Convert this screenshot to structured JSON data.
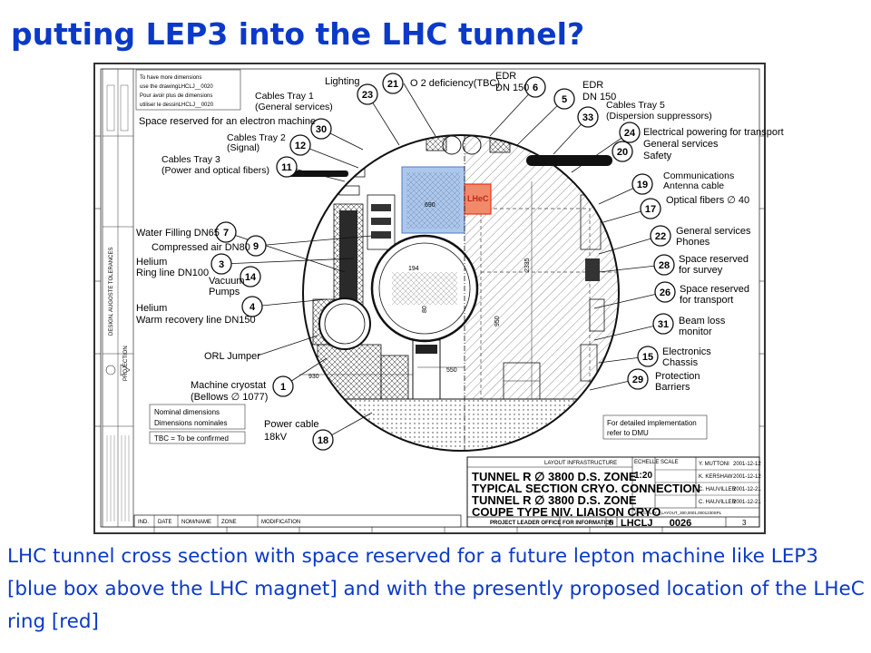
{
  "slide": {
    "title": "putting LEP3 into the LHC tunnel?",
    "caption": "LHC tunnel cross section with space reserved for a future lepton machine like LEP3 [blue box above the LHC magnet] and with the presently proposed location of the LHeC ring [red]"
  },
  "colors": {
    "title": "#0b39c8",
    "blue_box": "#8fb4e8",
    "red_box": "#e8331e"
  },
  "drawing": {
    "note_lines": [
      "To have more dimensions",
      "use the drawingLHCLJ__0020",
      "Pour avoir plus de dimensions",
      "utiliser le dessinLHCLJ__0020"
    ],
    "labels": {
      "lighting": "Lighting",
      "o2": "O 2 deficiency(TBC)",
      "edr1": "EDR",
      "edr1b": "DN 150",
      "edr2": "EDR",
      "edr2b": "DN 150",
      "tray1": "Cables Tray 1",
      "tray1b": "(General services)",
      "electron": "Space reserved for an electron machine",
      "tray2": "Cables Tray 2",
      "tray2b": "(Signal)",
      "tray3": "Cables Tray 3",
      "tray3b": "(Power and optical fibers)",
      "tray5": "Cables Tray 5",
      "tray5b": "(Dispersion suppressors)",
      "elec_power": "Electrical powering for transport",
      "gen_serv": "General services",
      "safety": "Safety",
      "comm": "Communications",
      "antenna": "Antenna cable",
      "optical": "Optical fibers ∅ 40",
      "water": "Water Filling DN65",
      "air": "Compressed air DN80",
      "helium1": "Helium",
      "ring": "Ring line DN100",
      "vacuum": "Vacuum",
      "pumps": "Pumps",
      "helium2": "Helium",
      "warm": "Warm recovery line DN150",
      "gen_phones1": "General services",
      "gen_phones2": "Phones",
      "survey1": "Space reserved",
      "survey2": "for survey",
      "transport1": "Space reserved",
      "transport2": "for transport",
      "beamloss1": "Beam loss",
      "beamloss2": "monitor",
      "electronics1": "Electronics",
      "electronics2": "Chassis",
      "protection1": "Protection",
      "protection2": "Barriers",
      "orl": "ORL Jumper",
      "cryo1": "Machine cryostat",
      "cryo2": "(Bellows ∅ 1077)",
      "power1": "Power cable",
      "power2": "18kV",
      "nominal1": "Nominal dimensions",
      "nominal2": "Dimensions nominales",
      "tbc": "TBC = To be confirmed",
      "detail1": "For detailed implementation",
      "detail2": "refer to DMU",
      "lhec": "LHeC"
    },
    "dims": {
      "d690": "690",
      "d2335": "2335",
      "d194": "194",
      "d80": "80",
      "d950": "950",
      "d550": "550",
      "d930": "930"
    },
    "callouts": {
      "c21": "21",
      "c23": "23",
      "c6": "6",
      "c5": "5",
      "c30": "30",
      "c12": "12",
      "c11": "11",
      "c33": "33",
      "c24": "24",
      "c20": "20",
      "c19": "19",
      "c17": "17",
      "c7": "7",
      "c9": "9",
      "c3": "3",
      "c14": "14",
      "c4": "4",
      "c22": "22",
      "c28": "28",
      "c26": "26",
      "c31": "31",
      "c15": "15",
      "c29": "29",
      "c1": "1",
      "c18": "18"
    },
    "title_block": {
      "header": "LAYOUT INFRASTRUCTURE",
      "line1": "TUNNEL R ∅ 3800 D.S. ZONE",
      "line2": "TYPICAL SECTION CRYO. CONNECTION",
      "line3": "TUNNEL R ∅ 3800 D.S. ZONE",
      "line4": "COUPE TYPE NIV. LIAISON CRYO",
      "scale_label": "ECHELLE SCALE",
      "scale": "1:20",
      "plo": "PROJECT LEADER OFFICE",
      "for_info": "FOR INFORMATION",
      "drawing_no": "LHCLJ___0026",
      "ind": "IND.",
      "date": "DATE",
      "nom": "NOM/NAME",
      "zone": "ZONE",
      "modif": "MODIFICATION",
      "sheet": "3",
      "size": "B",
      "people": [
        "Y. MUTTONI",
        "K. KERSHAW",
        "C. HAUVILLER",
        "C. HAUVILLER"
      ],
      "dates": [
        "2001-12-12",
        "2001-12-12",
        "2001-12-21",
        "2001-12-21"
      ],
      "layout_file": "LHCCOLAY__LAYOUT_300,0001,0001230SPL"
    },
    "side_text": {
      "design": "DESIGN, AUGOSTE TOLERANCES",
      "projection": "PROJECTION"
    }
  }
}
